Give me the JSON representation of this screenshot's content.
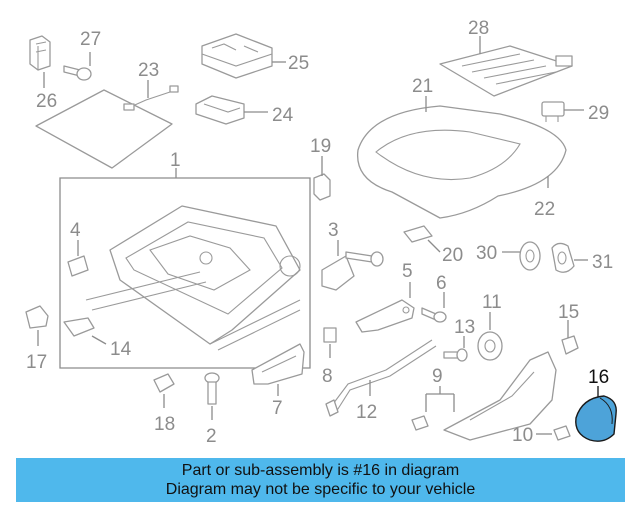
{
  "callouts": {
    "c1": "1",
    "c2": "2",
    "c3": "3",
    "c4": "4",
    "c5": "5",
    "c6": "6",
    "c7": "7",
    "c8": "8",
    "c9": "9",
    "c10": "10",
    "c11": "11",
    "c12": "12",
    "c13": "13",
    "c14": "14",
    "c15": "15",
    "c16": "16",
    "c17": "17",
    "c18": "18",
    "c19": "19",
    "c20": "20",
    "c21": "21",
    "c22": "22",
    "c23": "23",
    "c24": "24",
    "c25": "25",
    "c26": "26",
    "c27": "27",
    "c28": "28",
    "c29": "29",
    "c30": "30",
    "c31": "31"
  },
  "highlighted_part": "16",
  "colors": {
    "highlight_fill": "#4da3d9",
    "banner_bg": "#4fb8ec",
    "line_gray": "#8c8c8c"
  },
  "banner": {
    "line1": "Part or sub-assembly is #16 in diagram",
    "line2": "Diagram may not be specific to your vehicle"
  }
}
